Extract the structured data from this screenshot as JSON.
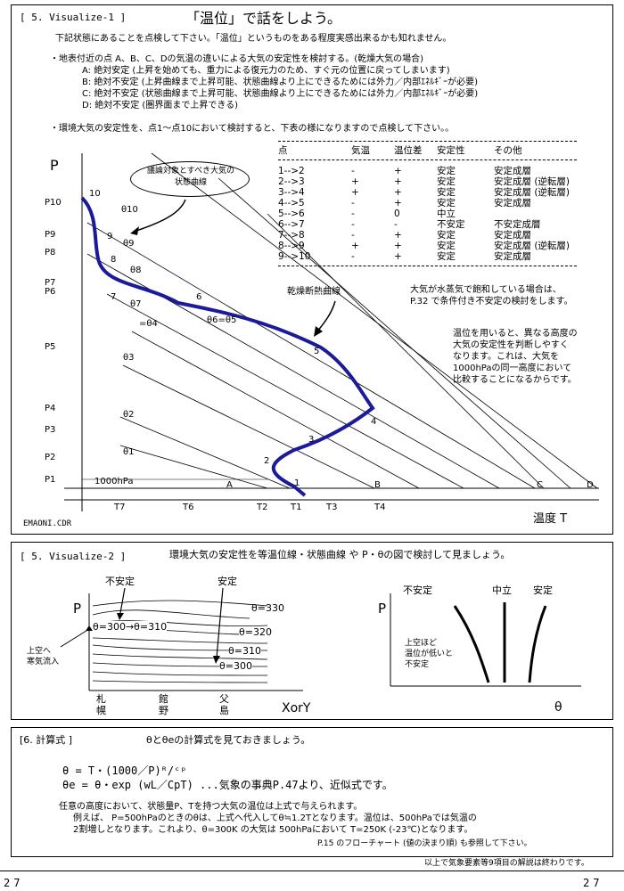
{
  "section1": {
    "label": "[ 5. Visualize-1 ]",
    "title": "「温位」で話をしよう。",
    "intro": "下記状態にあることを点検して下さい。「温位」というものをある程度実感出来るかも知れません。",
    "stability_heading": "・地表付近の点 A、B、C、Dの気温の違いによる大気の安定性を検討する。(乾燥大気の場合)",
    "stability_items": [
      "A: 絶対安定 (上昇を始めても、重力による復元力のため、すぐ元の位置に戻ってしまいます)",
      "B: 絶対不安定 (上昇曲線まで上昇可能、状態曲線より上にできるためには外力／内部ｴﾈﾙｷﾞｰが必要)",
      "C: 絶対不安定 (状態曲線まで上昇可能、状態曲線より上にできるためには外力／内部ｴﾈﾙｷﾞｰが必要)",
      "D: 絶対不安定 (圏界面まで上昇できる)"
    ],
    "env_line": "・環境大気の安定性を、点1〜点10において検討すると、下表の様になりますので点検して下さい。。",
    "table_headers": [
      "点",
      "気温",
      "温位差",
      "安定性",
      "その他"
    ],
    "table_rows": [
      [
        "1-->2",
        "-",
        "+",
        "安定",
        "安定成層"
      ],
      [
        "2-->3",
        "+",
        "+",
        "安定",
        "安定成層 (逆転層)"
      ],
      [
        "3-->4",
        "+",
        "+",
        "安定",
        "安定成層 (逆転層)"
      ],
      [
        "4-->5",
        "-",
        "+",
        "安定",
        "安定成層"
      ],
      [
        "5-->6",
        "-",
        "0",
        "中立",
        ""
      ],
      [
        "6-->7",
        "-",
        "-",
        "不安定",
        "不安定成層"
      ],
      [
        "7-->8",
        "-",
        "+",
        "安定",
        "安定成層"
      ],
      [
        "8-->9",
        "+",
        "+",
        "安定",
        "安定成層 (逆転層)"
      ],
      [
        "9-->10",
        "-",
        "+",
        "安定",
        "安定成層"
      ]
    ],
    "callout_target": "議論対象とすべき大気の状態曲線",
    "dry_adiabat_label": "乾燥断熱曲線",
    "moist_note_1": "大気が水蒸気で飽和している場合は、",
    "moist_note_2": "P.32 で条件付き不安定の検討をします。",
    "theta_note": [
      "温位を用いると、異なる高度の",
      "大気の安定性を判断しやすく",
      "なります。これは、大気を",
      "1000hPaの同一高度において",
      "比較することになるからです。"
    ],
    "p_axis_label": "P",
    "temp_axis_label": "温度 T",
    "pressure_labels": [
      "P10",
      "P9",
      "P8",
      "P7",
      "P6",
      "P5",
      "P4",
      "P3",
      "P2",
      "P1"
    ],
    "temp_labels": [
      "T7",
      "T6",
      "T2",
      "T1",
      "T3",
      "T4"
    ],
    "theta_labels": [
      "θ10",
      "θ9",
      "θ8",
      "θ7",
      "=θ4",
      "θ6=θ5",
      "θ3",
      "θ2",
      "θ1"
    ],
    "point_numbers": [
      "10",
      "9",
      "8",
      "7",
      "6",
      "5",
      "4",
      "3",
      "2",
      "1"
    ],
    "abcd": [
      "A",
      "B",
      "C",
      "D"
    ],
    "hpa_label": "1000hPa",
    "file_name": "EMAONI.CDR"
  },
  "section2": {
    "label": "[ 5. Visualize-2 ]",
    "title": "環境大気の安定性を等温位線・状態曲線 や P・θの図で検討して見ましょう。",
    "unstable": "不安定",
    "stable": "安定",
    "neutral": "中立",
    "p_label": "P",
    "isentropes": [
      "θ=330",
      "θ=300→θ=310",
      "θ=320",
      "θ=310",
      "θ=300"
    ],
    "cold_note": [
      "上空へ",
      "寒気流入"
    ],
    "cities": [
      "札幌",
      "館野",
      "父島"
    ],
    "x_label": "XorY",
    "theta_axis": "θ",
    "right_note": [
      "上空ほど",
      "温位が低いと",
      "不安定"
    ]
  },
  "section3": {
    "label": "[6. 計算式 ]",
    "title": "θとθeの計算式を見ておきましょう。",
    "formula1": "θ = T・(1000／P)ᴿ/ᶜᵖ",
    "formula2": "θe = θ・exp (wL／CpT) ...気象の事典P.47より、近似式です。",
    "para": [
      "任意の高度において、状態量P、Tを持つ大気の温位は上式で与えられます。",
      "例えば、 P=500hPaのときのθは、上式へ代入してθ≒1.2Tとなります。温位は、500hPaでは気温の",
      "2割増しとなります。これより、θ=300K の大気は 500hPaにおいて T=250K (-23℃)となります。",
      "P.15 のフローチャート (値の決まり順) も参照して下さい。"
    ]
  },
  "footer": {
    "end_note": "以上で気象要素等9項目の解説は終わりです。",
    "page_left": "27",
    "page_right": "27"
  }
}
